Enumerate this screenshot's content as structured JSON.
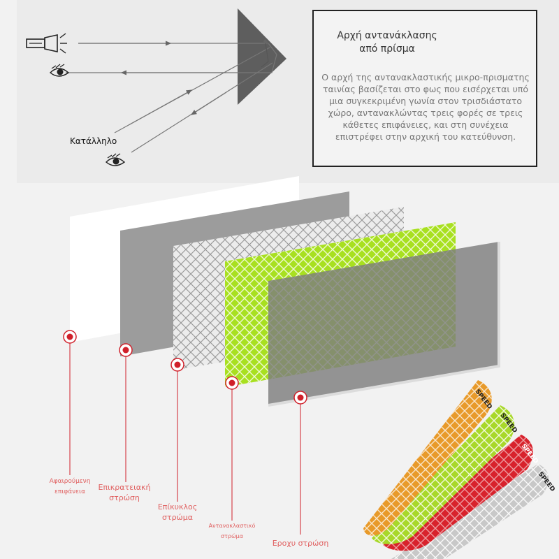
{
  "info_box": {
    "title": "Αρχή αντανάκλασης\nαπό πρίσμα",
    "body": "Ο αρχή της αντανακλαστικής μικρο-πρισματης ταινίας βασίζεται στο φως που εισέρχεται υπό μια συγκεκριμένη γωνία στον τρισδιάστατο χώρο, αντανακλώντας τρεις φορές σε τρεις κάθετες επιφάνειες, και στη συνέχεια επιστρέφει στην αρχική του κατεύθυνση."
  },
  "diagram": {
    "suitable_label": "Κατάλληλο"
  },
  "layers": [
    {
      "label": "Αφαιρούμενη επιφάνεια",
      "color": "#ffffff"
    },
    {
      "label": "Επικρατειακή στρώση",
      "color": "#9c9c9c"
    },
    {
      "label": "Επίκυκλος στρώμα",
      "color": "#e9e9e9"
    },
    {
      "label": "Αντανακλαστικό στρώμα",
      "color": "#a8e020"
    },
    {
      "label": "Εροχυ στρώση",
      "color": "#8e8e8e"
    }
  ],
  "colors": {
    "marker_red": "#d0202a",
    "label_red": "#e06060",
    "strip_orange": "#e89a2a",
    "strip_green": "#a8d82a",
    "strip_red": "#d8222c",
    "strip_silver": "#c8c8c8"
  },
  "strip_text": "SPEED"
}
